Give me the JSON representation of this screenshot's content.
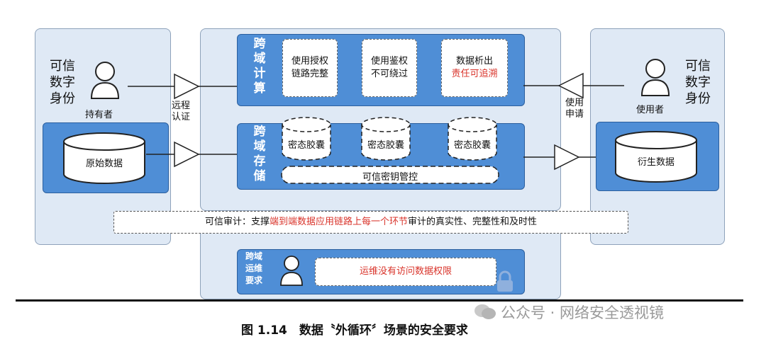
{
  "left_panel": {
    "title": "可信\n数字\n身份",
    "person_label": "持有者",
    "data_label": "原始数据"
  },
  "right_panel": {
    "title": "可信\n数字\n身份",
    "person_label": "使用者",
    "data_label": "衍生数据"
  },
  "arrows": {
    "remote_auth": "远程\n认证",
    "use_request": "使用\n申请"
  },
  "compute": {
    "label": "跨\n域\n计\n算",
    "cards": [
      {
        "line1": "使用授权",
        "line2": "链路完整",
        "line2_red": false
      },
      {
        "line1": "使用鉴权",
        "line2": "不可绕过",
        "line2_red": false
      },
      {
        "line1": "数据析出",
        "line2": "责任可追溯",
        "line2_red": true
      }
    ]
  },
  "storage": {
    "label": "跨\n域\n存\n储",
    "capsules": [
      "密态胶囊",
      "密态胶囊",
      "密态胶囊"
    ],
    "key_mgmt": "可信密钥管控"
  },
  "audit": {
    "prefix": "可信审计：支撑",
    "highlight": "端到端数据应用链路上每一个环节",
    "suffix": "审计的真实性、完整性和及时性"
  },
  "ops": {
    "label": "跨域\n运维\n要求",
    "text": "运维没有访问数据权限"
  },
  "caption": "图 1.14　数据〝外循环〞场景的安全要求",
  "watermark": "公众号 · 网络安全透视镜",
  "colors": {
    "panel": "#dfe9f5",
    "blue": "#4f8ed6",
    "red": "#d9342b"
  }
}
